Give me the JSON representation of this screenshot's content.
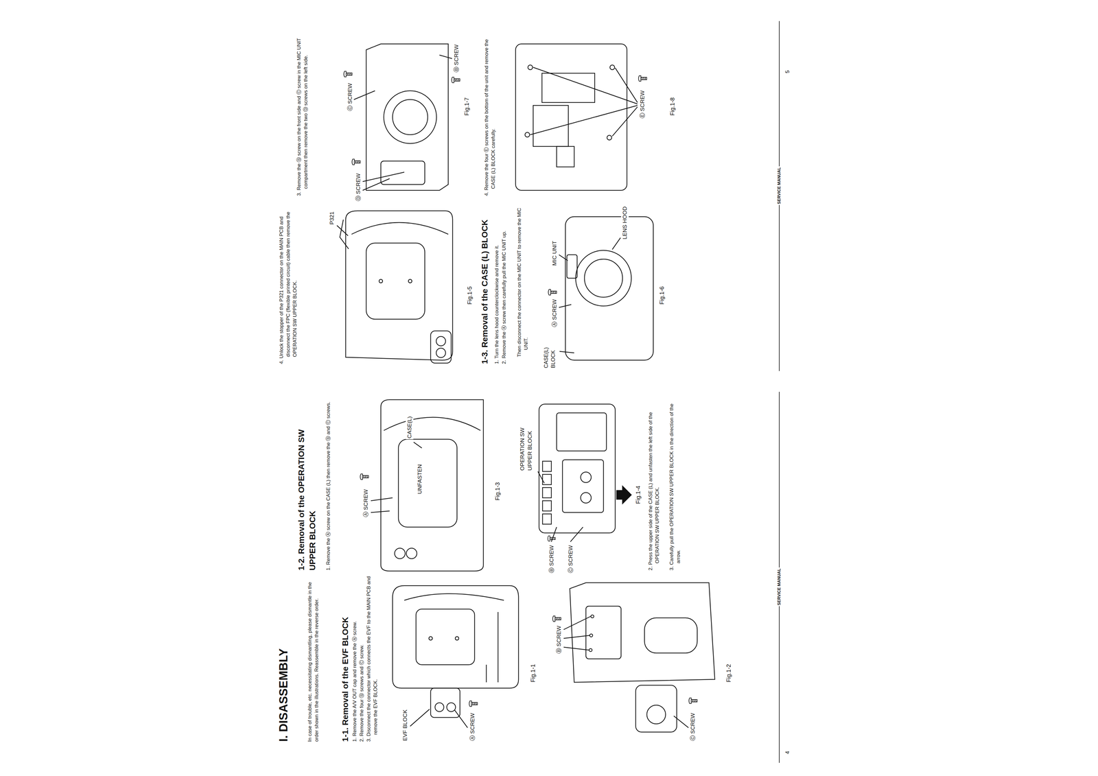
{
  "diagram": {
    "title": "I. DISASSEMBLY",
    "labels": [
      "In case of trouble, etc. necessitating dismantling, please dismantle in the order shown in the illustrations. Reassemble in the reverse order.",
      "1-1. Removal of the EVF BLOCK",
      "1. Remove the A/V OUT cap and remove the Ⓐ screw.",
      "2. Remove the four Ⓑ screws and Ⓒ screw.",
      "3. Disconnect the connector which connects the EVF to the MAIN PCB and remove the EVF BLOCK.",
      "EVF BLOCK",
      "Ⓐ SCREW",
      "Fig.1-1",
      "Ⓑ SCREW",
      "Ⓒ SCREW",
      "Fig.1-2",
      "1-2. Removal of the OPERATION SW UPPER BLOCK",
      "1. Remove the Ⓐ screw on the CASE (L) then remove the Ⓑ and Ⓒ screws.",
      "Ⓐ SCREW",
      "UNFASTEN",
      "CASE(L)",
      "Fig.1-3",
      "OPERATION SW UPPER BLOCK",
      "Ⓑ SCREW",
      "Ⓒ SCREW",
      "Fig.1-4",
      "2. Press the upper side of the CASE (L) and unfasten the left side of the OPERATION SW UPPER BLOCK.",
      "3. Carefully pull the OPERATION SW UPPER BLOCK in the direction of the arrow.",
      "SERVICE MANUAL",
      "4",
      "4. Unlock the stopper of the P321 connector on the MAIN PCB and disconnect the FPC (flexible printed circuit) cable then remove the OPERATION SW UPPER BLOCK.",
      "P321",
      "Fig.1-5",
      "1-3. Removal of the CASE (L) BLOCK",
      "1. Turn the lens hood counterclockwise and remove it.",
      "2. Remove the Ⓐ screw then carefully pull the MIC UNIT up.",
      "Then disconnect the connector on the MIC UNIT to remove the MIC UNIT.",
      "CASE(L) BLOCK",
      "Ⓐ SCREW",
      "MIC UNIT",
      "LENS HOOD",
      "Fig.1-6",
      "3. Remove the Ⓑ screw on the front side and Ⓒ screw in the MIC UNIT compartment then remove the two Ⓓ screws on the left side.",
      "Ⓓ SCREW",
      "Ⓒ SCREW",
      "Ⓑ SCREW",
      "Fig.1-7",
      "4. Remove the four Ⓔ screws on the bottom of the unit and remove the CASE (L) BLOCK carefully.",
      "Ⓔ SCREW",
      "Fig.1-8",
      "SERVICE MANUAL",
      "5"
    ]
  }
}
